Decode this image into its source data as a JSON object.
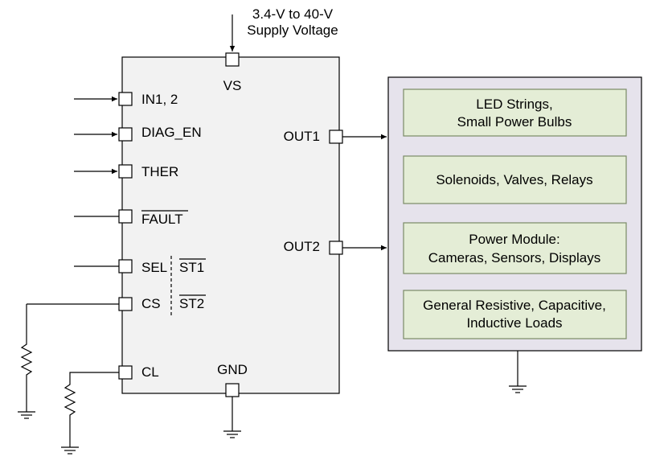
{
  "supply": {
    "line1": "3.4-V to 40-V",
    "line2": "Supply Voltage"
  },
  "chip": {
    "pins": {
      "vs": "VS",
      "in12": "IN1, 2",
      "diag_en": "DIAG_EN",
      "ther": "THER",
      "fault": "FAULT",
      "sel": "SEL",
      "st1": "ST1",
      "cs": "CS",
      "st2": "ST2",
      "cl": "CL",
      "gnd": "GND",
      "out1": "OUT1",
      "out2": "OUT2"
    }
  },
  "loads": [
    {
      "line1": "LED Strings,",
      "line2": "Small Power Bulbs"
    },
    {
      "line1": "Solenoids, Valves, Relays",
      "line2": ""
    },
    {
      "line1": "Power Module:",
      "line2": "Cameras, Sensors, Displays"
    },
    {
      "line1": "General Resistive, Capacitive,",
      "line2": "Inductive Loads"
    }
  ],
  "colors": {
    "chip_fill": "#f2f2f2",
    "load_panel_fill": "#e6e3ec",
    "load_box_fill": "#e4edd6",
    "load_box_border": "#7a8a66",
    "line": "#000000"
  }
}
